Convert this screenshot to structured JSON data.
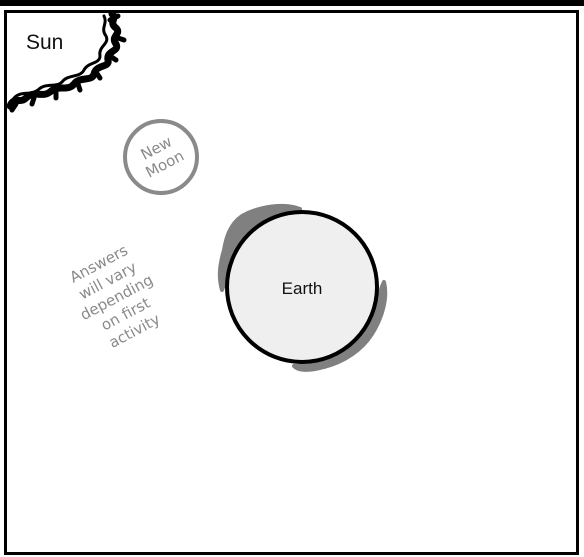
{
  "diagram": {
    "sun_label": "Sun",
    "moon_label_line1": "New",
    "moon_label_line2": "Moon",
    "earth_label": "Earth",
    "note_lines": [
      "Answers",
      "will vary",
      "depending",
      "on first",
      "activity"
    ]
  },
  "colors": {
    "border": "#000000",
    "earth_fill": "#efefef",
    "earth_stroke": "#000000",
    "moon_stroke": "#8a8a8a",
    "shading": "#808080",
    "note_text": "#8a8a8a",
    "background": "#ffffff"
  }
}
